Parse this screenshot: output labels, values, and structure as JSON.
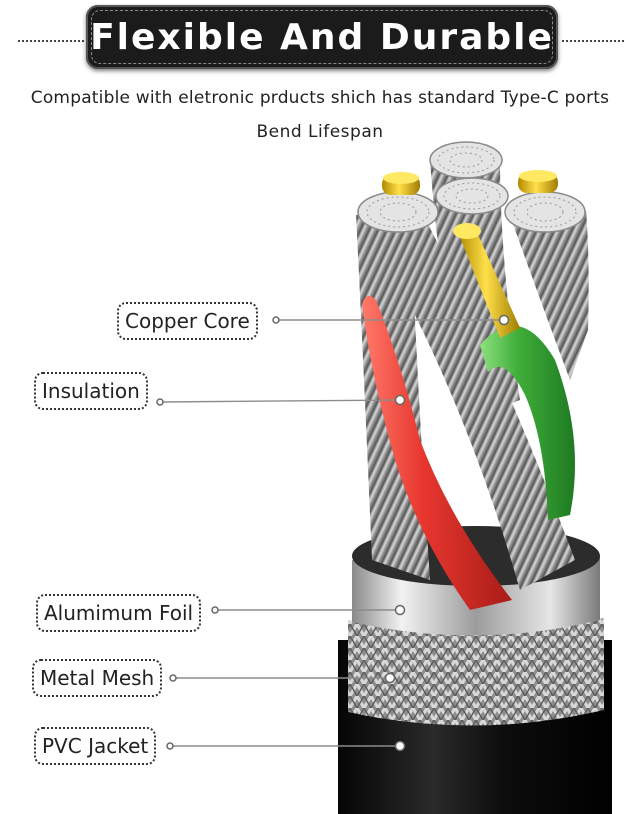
{
  "header": {
    "title": "Flexible And Durable"
  },
  "subtitle": {
    "line1": "Compatible with eletronic prducts shich has standard Type-C ports",
    "line2": "Bend Lifespan"
  },
  "callouts": [
    {
      "label": "Copper Core"
    },
    {
      "label": "Insulation"
    },
    {
      "label": "Alumimum Foil"
    },
    {
      "label": "Metal Mesh"
    },
    {
      "label": "PVC Jacket"
    }
  ],
  "colors": {
    "badge": "#1b1b1b",
    "jacket": "#121212",
    "strand": "#a9a9a9",
    "red_wire": "#e23a34",
    "green_wire": "#3fae3a",
    "gold": "#e8c400"
  }
}
